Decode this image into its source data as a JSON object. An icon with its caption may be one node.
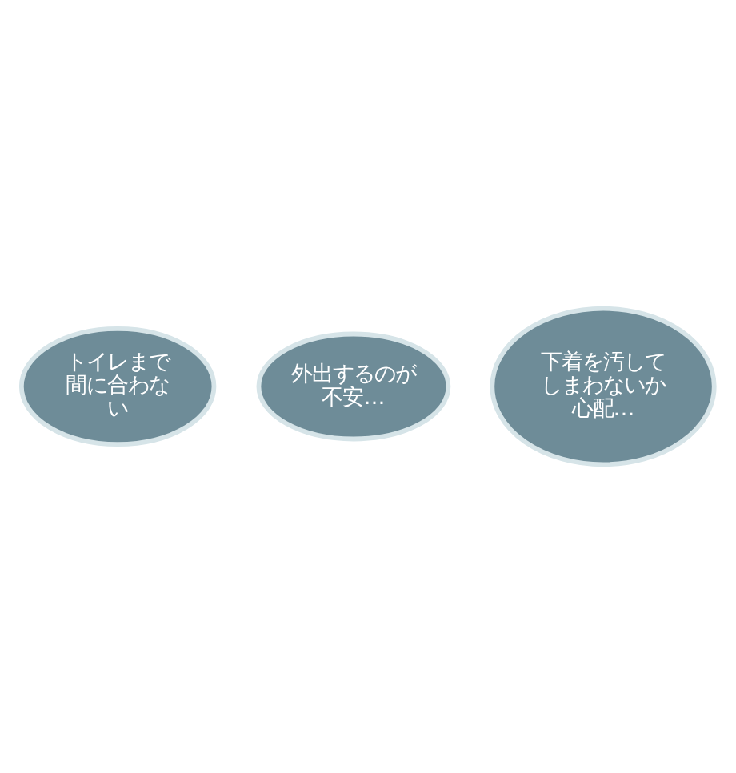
{
  "diagram": {
    "nodes": [
      {
        "text": [
          "トイレまで間に合わない"
        ]
      },
      {
        "text": [
          "外出するのが不安…"
        ]
      },
      {
        "text": [
          "下着を汚してしまわないか心配…"
        ]
      }
    ]
  }
}
